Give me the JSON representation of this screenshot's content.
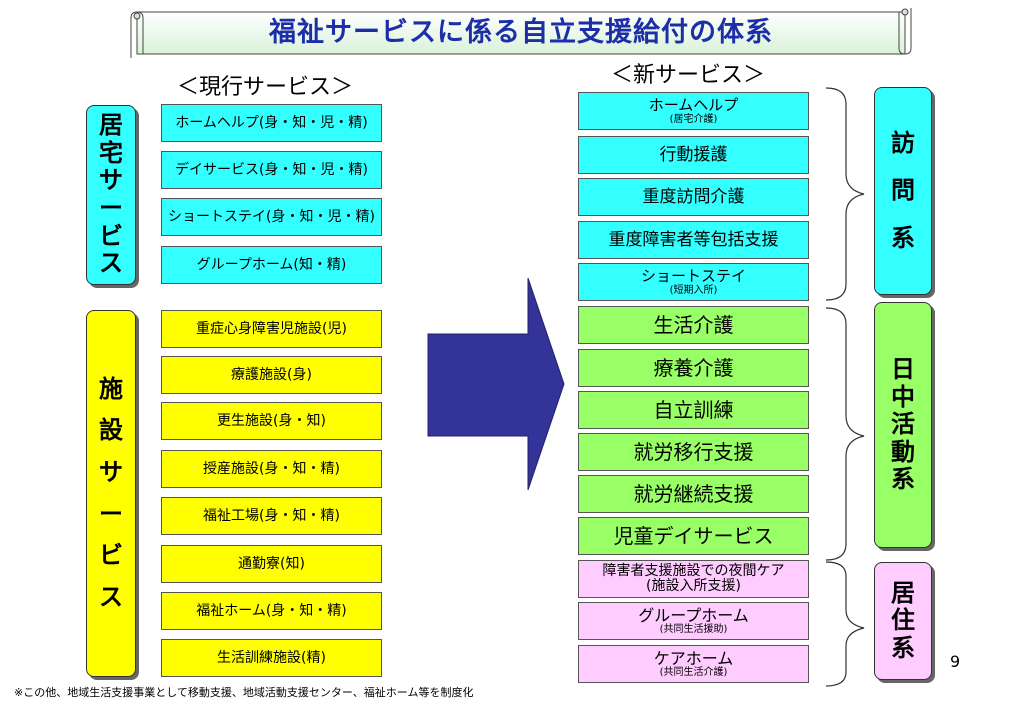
{
  "title": "福祉サービスに係る自立支援給付の体系",
  "current_heading": "＜現行サービス＞",
  "new_heading": "＜新サービス＞",
  "current": {
    "home_category": [
      "居",
      "宅",
      "サ",
      "ー",
      "ビ",
      "ス"
    ],
    "home_items": [
      "ホームヘルプ(身・知・児・精)",
      "デイサービス(身・知・児・精)",
      "ショートステイ(身・知・児・精)",
      "グループホーム(知・精)"
    ],
    "facility_category": [
      "施",
      "設",
      "サ",
      "ー",
      "ビ",
      "ス"
    ],
    "facility_items": [
      "重症心身障害児施設(児)",
      "療護施設(身)",
      "更生施設(身・知)",
      "授産施設(身・知・精)",
      "福祉工場(身・知・精)",
      "通勤寮(知)",
      "福祉ホーム(身・知・精)",
      "生活訓練施設(精)"
    ]
  },
  "new": {
    "visit_items": [
      {
        "main": "ホームヘルプ",
        "sub": "(居宅介護)"
      },
      {
        "main": "行動援護",
        "sub": ""
      },
      {
        "main": "重度訪問介護",
        "sub": ""
      },
      {
        "main": "重度障害者等包括支援",
        "sub": ""
      },
      {
        "main": "ショートステイ",
        "sub": "(短期入所)"
      }
    ],
    "day_items": [
      "生活介護",
      "療養介護",
      "自立訓練",
      "就労移行支援",
      "就労継続支援",
      "児童デイサービス"
    ],
    "residential_items": [
      {
        "main": "障害者支援施設での夜間ケア",
        "sub": "(施設入所支援)"
      },
      {
        "main": "グループホーム",
        "sub": "(共同生活援助)"
      },
      {
        "main": "ケアホーム",
        "sub": "(共同生活介護)"
      }
    ],
    "categories": {
      "visit": [
        "訪",
        "問",
        "系"
      ],
      "day": [
        "日",
        "中",
        "活",
        "動",
        "系"
      ],
      "residential": [
        "居",
        "住",
        "系"
      ]
    }
  },
  "footnote": "※この他、地域生活支援事業として移動支援、地域活動支援センター、福祉ホーム等を制度化",
  "page_number": "9",
  "colors": {
    "title": "#1c2fa8",
    "cyan": "#33ffff",
    "yellow": "#ffff00",
    "green": "#99ff66",
    "pink": "#ffccff",
    "arrow": "#333399"
  }
}
